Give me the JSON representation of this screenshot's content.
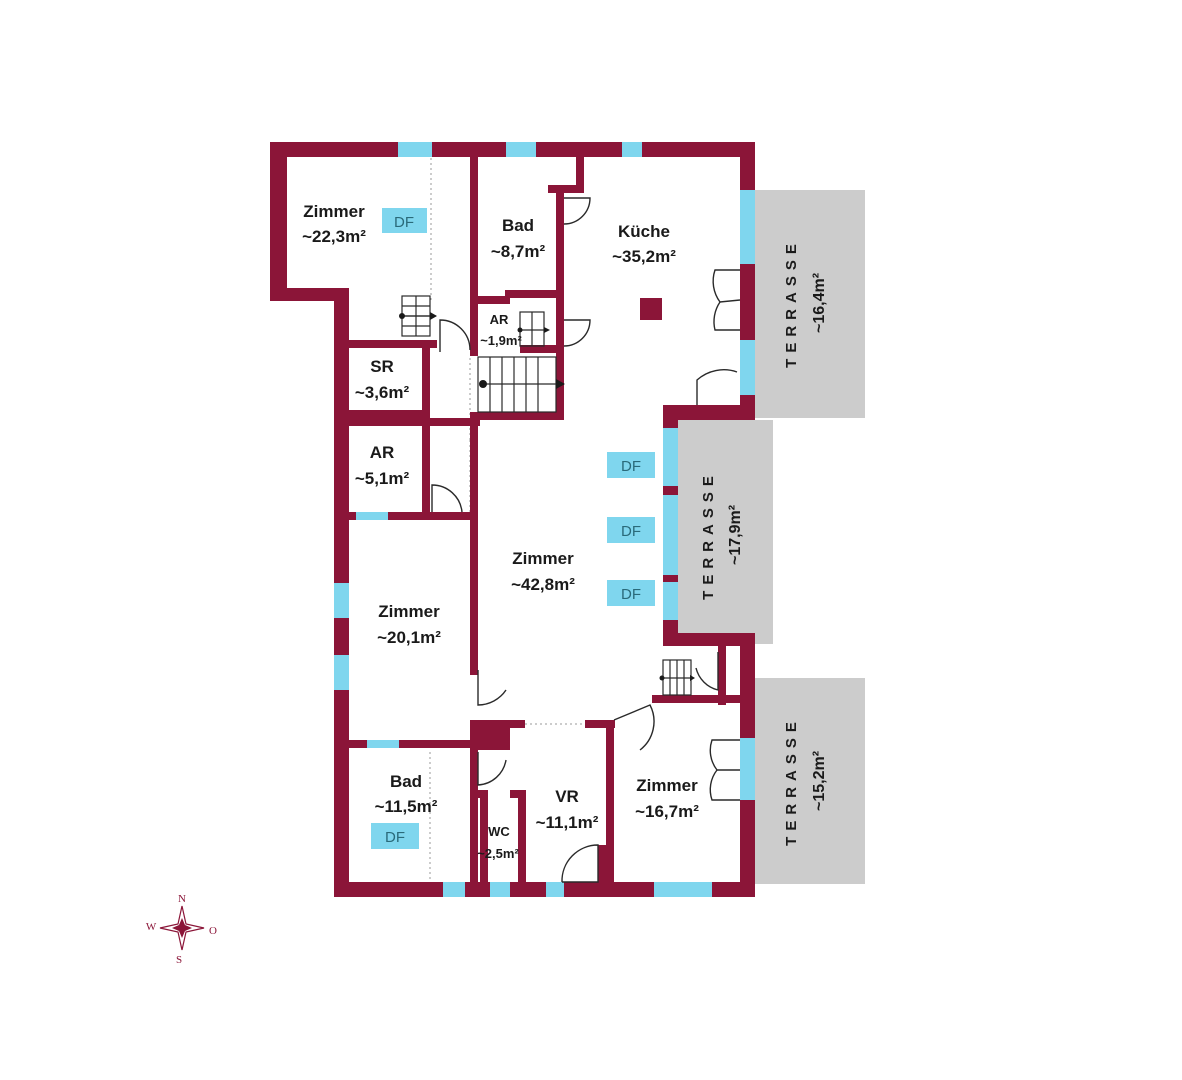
{
  "colors": {
    "wall": "#8b1538",
    "window": "#7fd6ee",
    "terrace": "#cccccc",
    "df_badge": "#7fd6ee",
    "text": "#1a1a1a"
  },
  "rooms": [
    {
      "id": "zimmer-nw",
      "name": "Zimmer",
      "area": "~22,3m²"
    },
    {
      "id": "bad-top",
      "name": "Bad",
      "area": "~8,7m²"
    },
    {
      "id": "kueche",
      "name": "Küche",
      "area": "~35,2m²"
    },
    {
      "id": "ar-small",
      "name": "AR",
      "area": "~1,9m²"
    },
    {
      "id": "sr",
      "name": "SR",
      "area": "~3,6m²"
    },
    {
      "id": "ar-mid",
      "name": "AR",
      "area": "~5,1m²"
    },
    {
      "id": "zimmer-center",
      "name": "Zimmer",
      "area": "~42,8m²"
    },
    {
      "id": "zimmer-west",
      "name": "Zimmer",
      "area": "~20,1m²"
    },
    {
      "id": "bad-bottom",
      "name": "Bad",
      "area": "~11,5m²"
    },
    {
      "id": "wc",
      "name": "WC",
      "area": "~2,5m²"
    },
    {
      "id": "vr",
      "name": "VR",
      "area": "~11,1m²"
    },
    {
      "id": "zimmer-se",
      "name": "Zimmer",
      "area": "~16,7m²"
    }
  ],
  "terraces": [
    {
      "id": "terrasse-top",
      "label": "TERRASSE",
      "area": "~16,4m²"
    },
    {
      "id": "terrasse-mid",
      "label": "TERRASSE",
      "area": "~17,9m²"
    },
    {
      "id": "terrasse-bottom",
      "label": "TERRASSE",
      "area": "~15,2m²"
    }
  ],
  "df_badges": [
    "DF",
    "DF",
    "DF",
    "DF",
    "DF"
  ],
  "compass": {
    "n": "N",
    "s": "S",
    "w": "W",
    "o": "O"
  }
}
